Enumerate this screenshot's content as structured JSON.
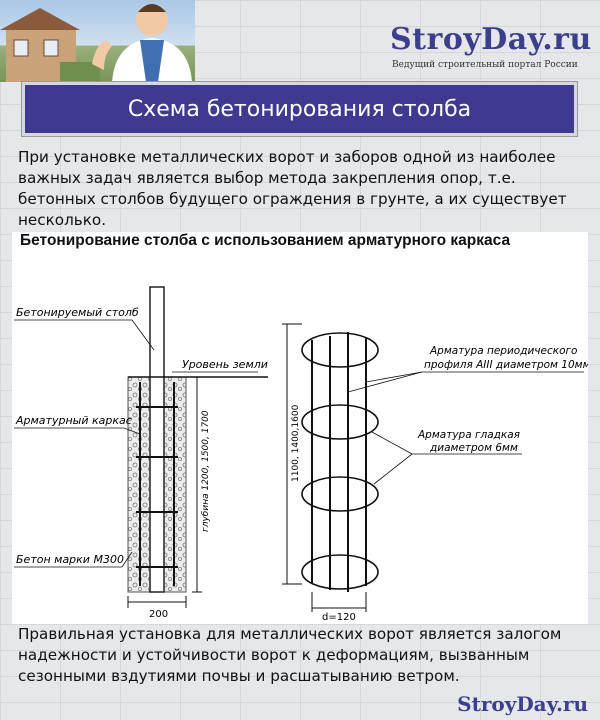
{
  "header": {
    "logo": "StroyDay.ru",
    "tagline": "Ведущий строительный портал России"
  },
  "title": "Схема бетонирования столба",
  "intro_text": "При установке металлических ворот и заборов одной из наиболее важных задач является выбор метода закрепления опор, т.е. бетонных столбов будущего ограждения в грунте, а их существует несколько.",
  "diagram": {
    "title": "Бетонирование столба с использованием арматурного каркаса",
    "labels": {
      "pillar": "Бетонируемый столб",
      "ground": "Уровень земли",
      "frame": "Арматурный каркас",
      "concrete": "Бетон марки М300",
      "depth": "глубина 1200, 1500, 1700",
      "width": "200",
      "rebar_periodic_1": "Арматура периодического",
      "rebar_periodic_2": "профиля AIII диаметром 10мм",
      "rebar_smooth_1": "Арматура гладкая",
      "rebar_smooth_2": "диаметром 6мм",
      "height": "1100, 1400,1600",
      "diameter": "d=120"
    }
  },
  "outro_text": "Правильная установка для металлических ворот является залогом надежности и устойчивости ворот к деформациям, вызванным сезонными вздутиями почвы и расшатыванию ветром.",
  "footer": {
    "logo": "StroyDay.ru"
  }
}
